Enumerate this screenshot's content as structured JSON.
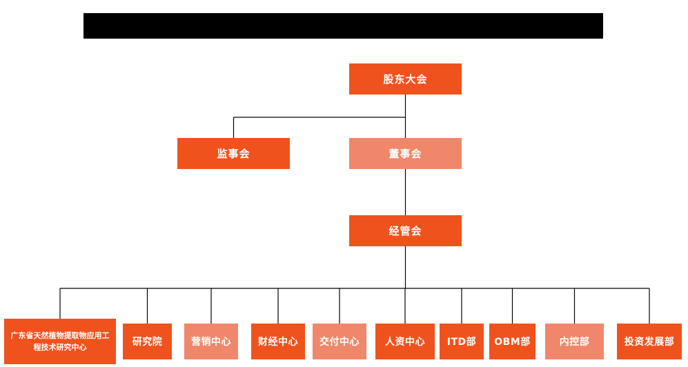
{
  "colors": {
    "primary": "#F0521D",
    "secondary": "#F0876A",
    "line": "#000000",
    "text": "#FFFFFF",
    "redacted": "#000000"
  },
  "nodes": {
    "shareholders": {
      "label": "股东大会",
      "tone": "primary"
    },
    "supervisory": {
      "label": "监事会",
      "tone": "primary"
    },
    "board": {
      "label": "董事会",
      "tone": "secondary"
    },
    "management": {
      "label": "经管会",
      "tone": "primary"
    },
    "departments": [
      {
        "label": "广东省天然植物提取物应用工程技术研究中心",
        "tone": "primary"
      },
      {
        "label": "研究院",
        "tone": "primary"
      },
      {
        "label": "营销中心",
        "tone": "secondary"
      },
      {
        "label": "财经中心",
        "tone": "primary"
      },
      {
        "label": "交付中心",
        "tone": "secondary"
      },
      {
        "label": "人资中心",
        "tone": "primary"
      },
      {
        "label": "ITD部",
        "tone": "primary"
      },
      {
        "label": "OBM部",
        "tone": "primary"
      },
      {
        "label": "内控部",
        "tone": "secondary"
      },
      {
        "label": "投资发展部",
        "tone": "primary"
      }
    ]
  }
}
